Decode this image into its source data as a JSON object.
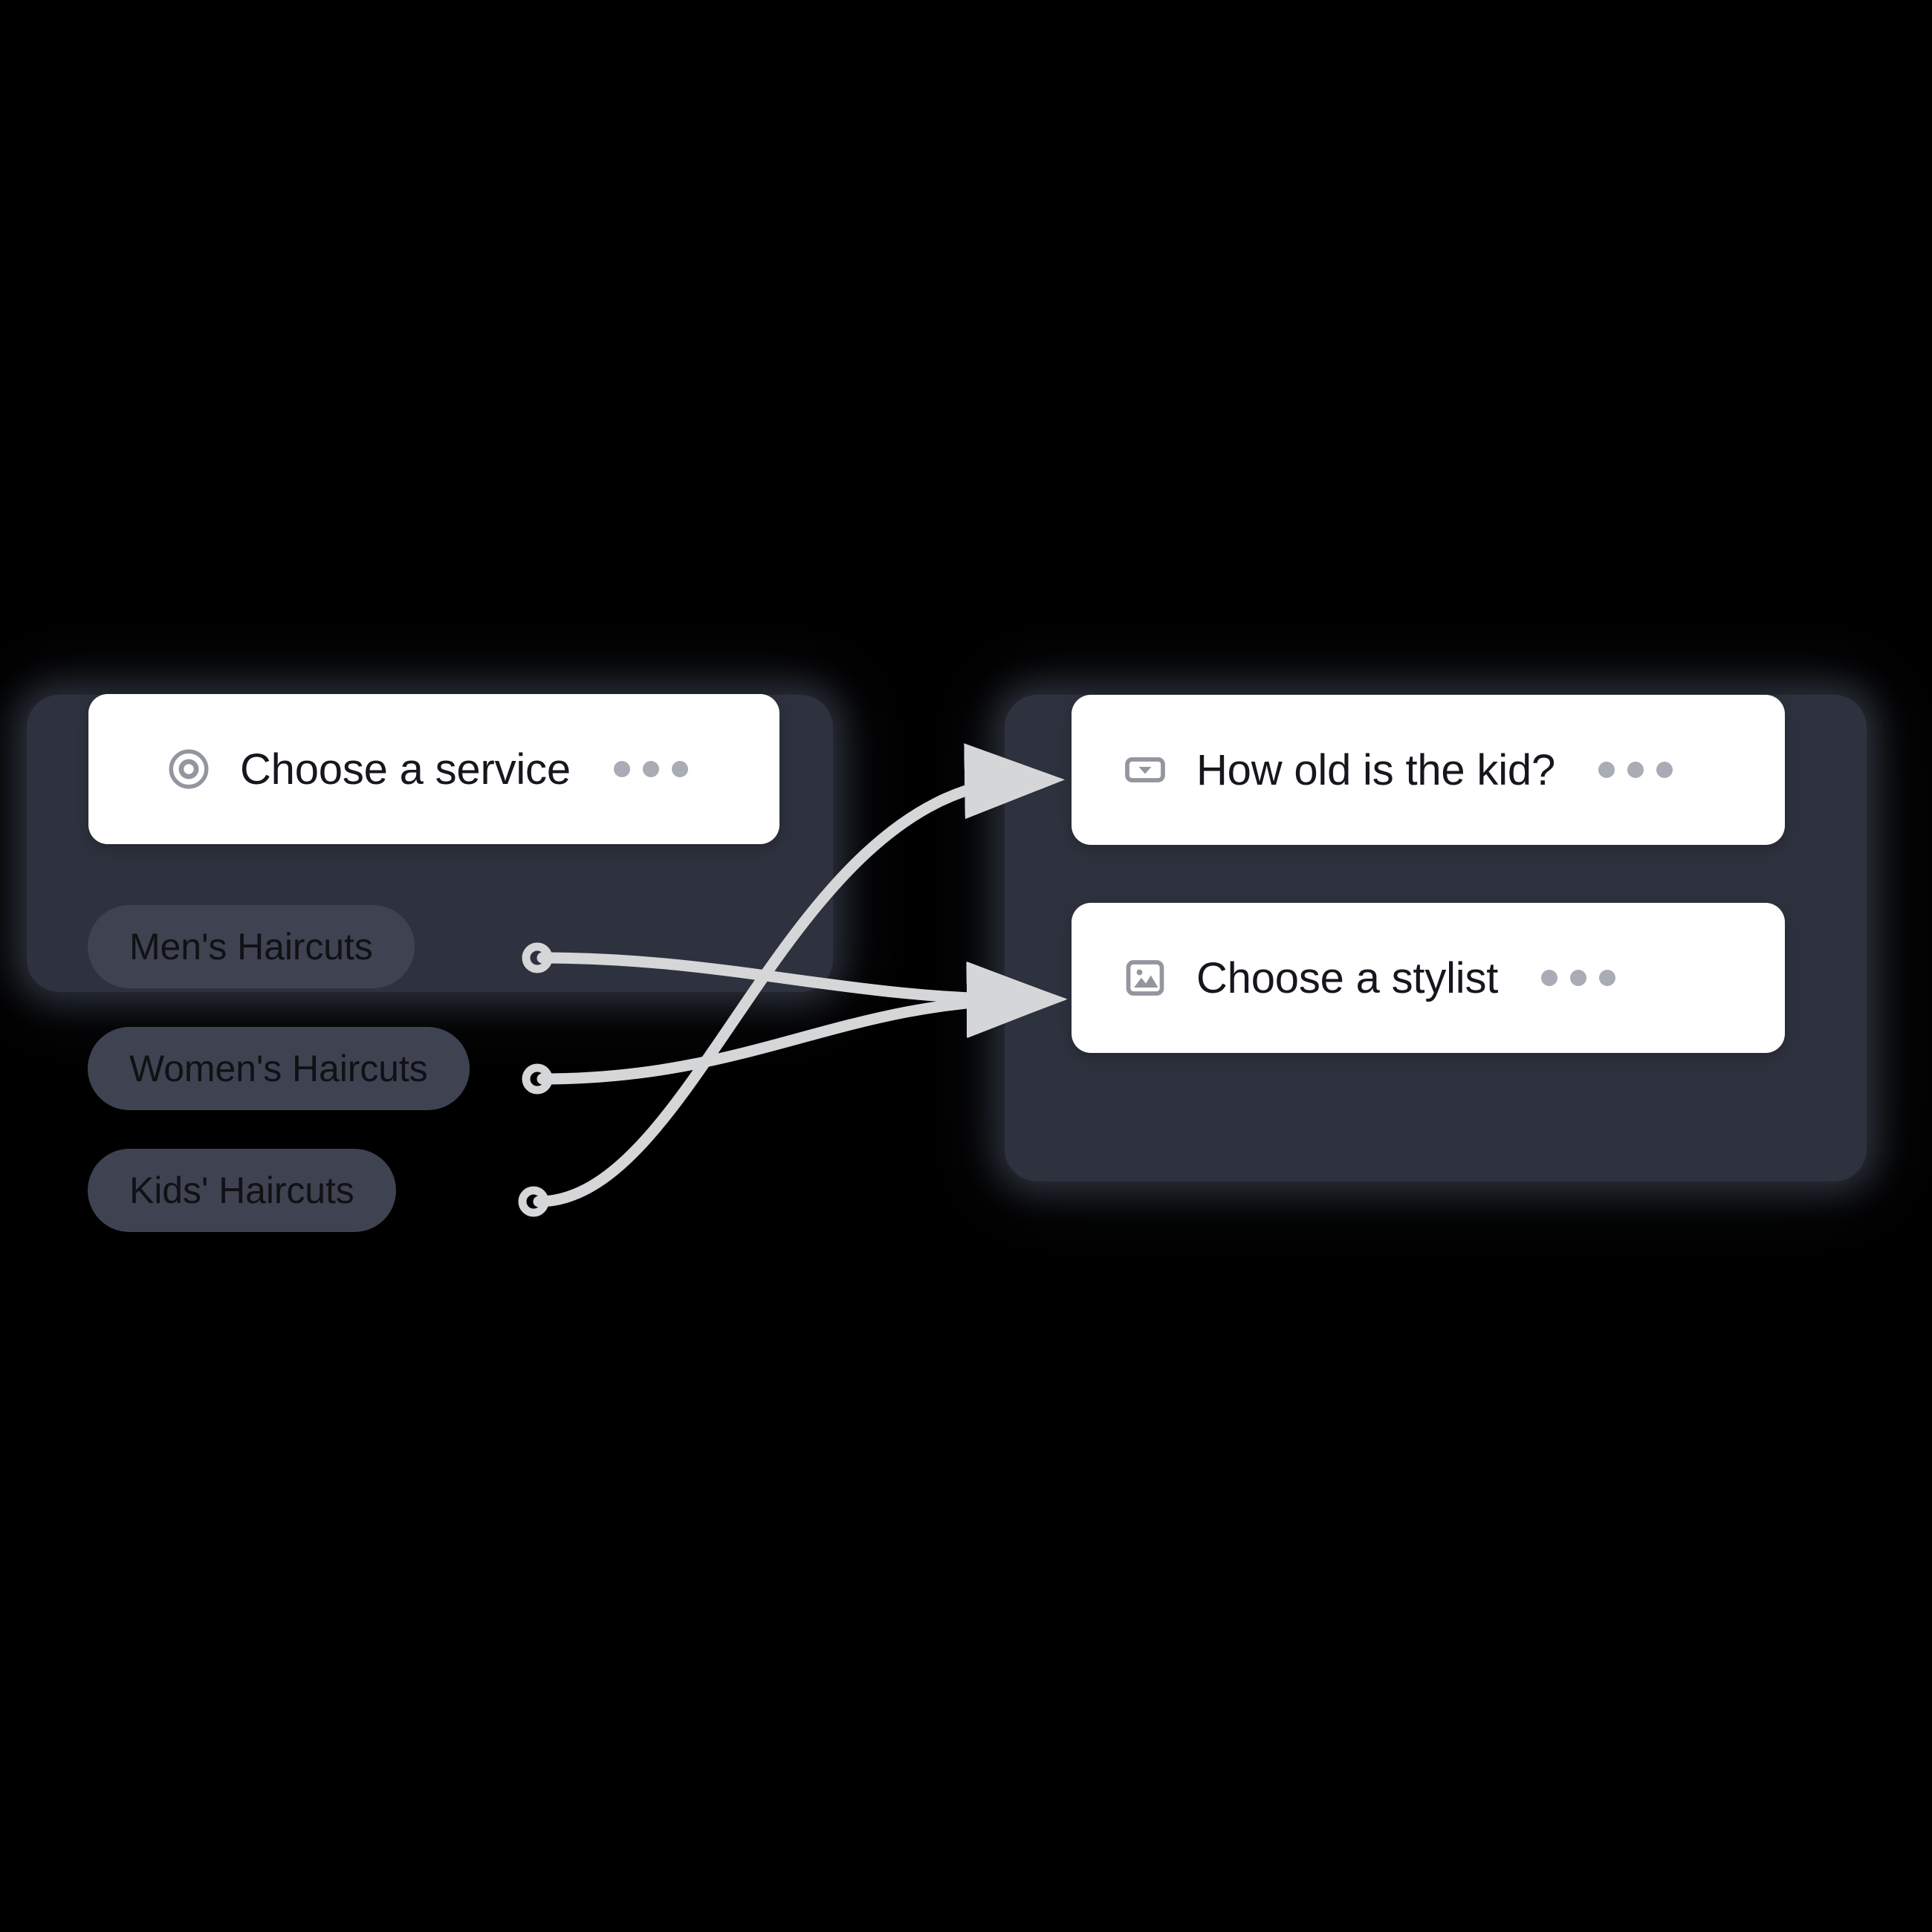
{
  "canvas": {
    "background_color": "#000000",
    "panel_color": "#2e323e",
    "card_color": "#ffffff",
    "chip_color": "#3f4250",
    "edge_color": "#d5d6d8",
    "icon_color": "#93969e",
    "menu_dot_color": "#a9acb4",
    "title_color": "#15171c"
  },
  "nodes": [
    {
      "id": "choose-a-service",
      "title": "Choose a service",
      "icon": "radio-target-icon",
      "menu_label": "...",
      "options": [
        {
          "label": "Men's Haircuts"
        },
        {
          "label": "Women's Haircuts"
        },
        {
          "label": "Kids' Haircuts"
        }
      ]
    },
    {
      "id": "right-group",
      "cards": [
        {
          "id": "how-old-is-the-kid",
          "title": "How old is the kid?",
          "icon": "dropdown-select-icon",
          "menu_label": "..."
        },
        {
          "id": "choose-a-stylist",
          "title": "Choose a stylist",
          "icon": "image-picker-icon",
          "menu_label": "..."
        }
      ]
    }
  ],
  "edges": [
    {
      "from": "Men's Haircuts",
      "to": "Choose a stylist"
    },
    {
      "from": "Women's Haircuts",
      "to": "Choose a stylist"
    },
    {
      "from": "Kids' Haircuts",
      "to": "How old is the kid?"
    }
  ]
}
